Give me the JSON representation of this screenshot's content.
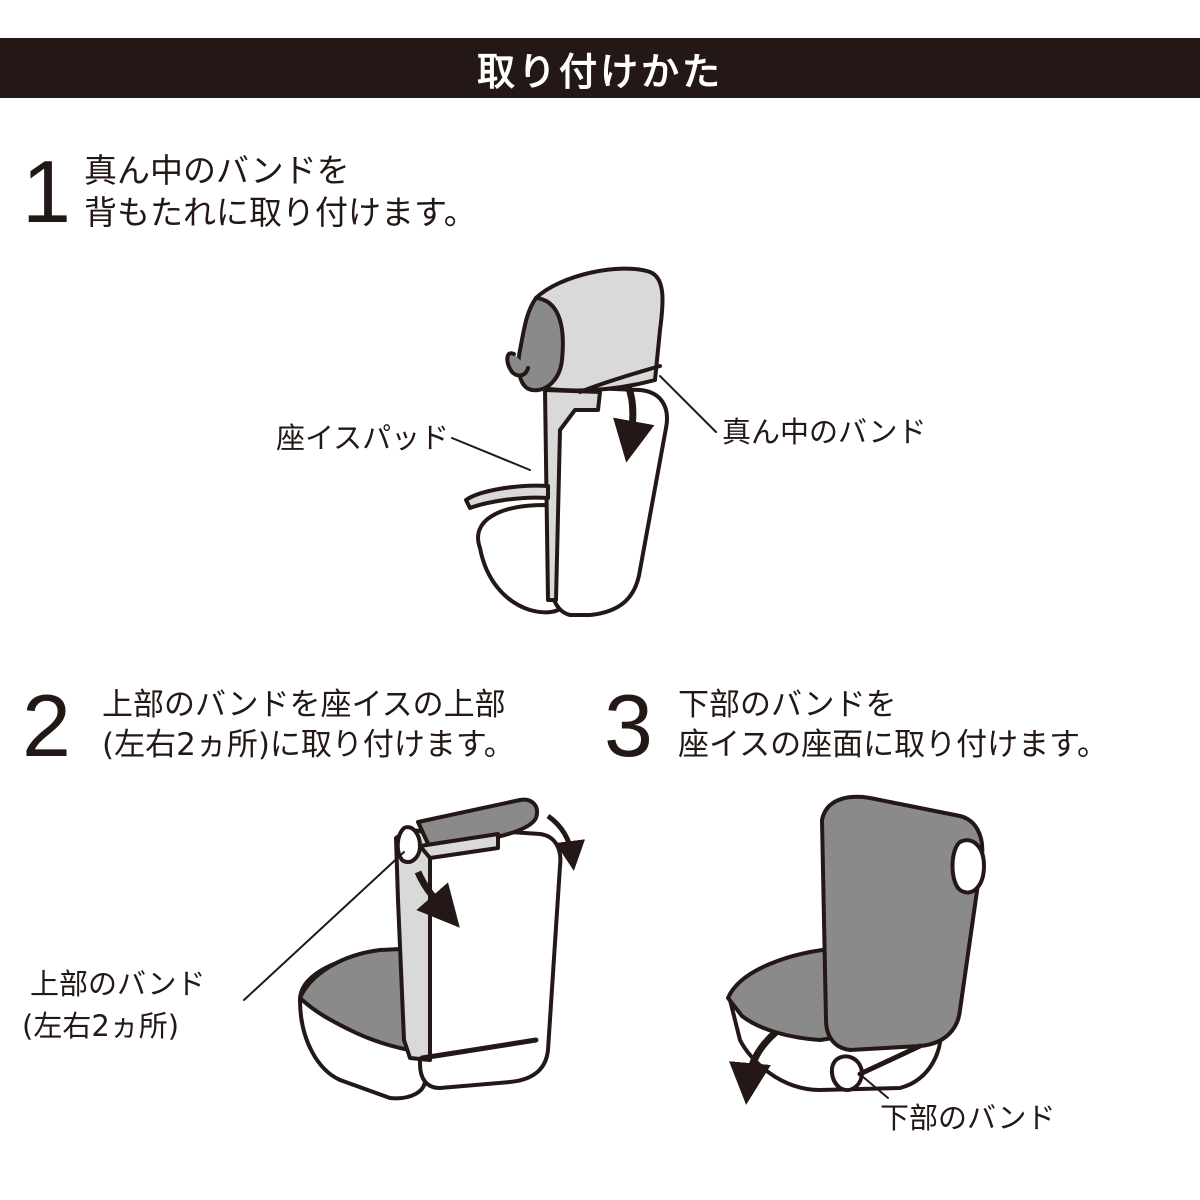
{
  "header": {
    "title": "取り付けかた"
  },
  "steps": [
    {
      "number": "1",
      "lines": [
        "真ん中のバンドを",
        "背もたれに取り付けます。"
      ]
    },
    {
      "number": "2",
      "lines": [
        "上部のバンドを座イスの上部",
        "(左右2ヵ所)に取り付けます。"
      ]
    },
    {
      "number": "3",
      "lines": [
        "下部のバンドを",
        "座イスの座面に取り付けます。"
      ]
    }
  ],
  "callouts": {
    "pad": "座イスパッド",
    "middle_band": "真ん中のバンド",
    "upper_band": [
      "上部のバンド",
      "(左右2ヵ所)"
    ],
    "lower_band": "下部のバンド"
  },
  "colors": {
    "header_bg": "#231815",
    "ink": "#231815",
    "pad_gray": "#8a8a8a",
    "pad_light": "#d9d9d9",
    "seat_white": "#ffffff"
  }
}
